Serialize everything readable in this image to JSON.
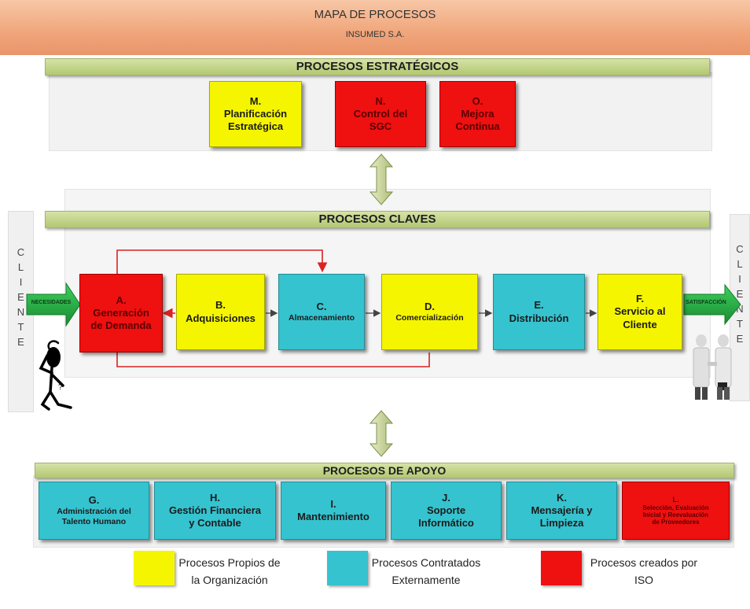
{
  "header": {
    "title": "MAPA DE PROCESOS",
    "company": "INSUMED S.A."
  },
  "strategic": {
    "title": "PROCESOS ESTRATÉGICOS",
    "boxes": [
      {
        "letter": "M.",
        "line1": "Planificación",
        "line2": "Estratégica",
        "color": "yellow"
      },
      {
        "letter": "N.",
        "line1": "Control del",
        "line2": "SGC",
        "color": "red"
      },
      {
        "letter": "O.",
        "line1": "Mejora",
        "line2": "Continua",
        "color": "red"
      }
    ]
  },
  "key": {
    "title": "PROCESOS CLAVES",
    "boxes": [
      {
        "letter": "A.",
        "line1": "Generación",
        "line2": "de Demanda",
        "color": "red"
      },
      {
        "letter": "B.",
        "line1": "Adquisiciones",
        "line2": "",
        "color": "yellow"
      },
      {
        "letter": "C.",
        "line1": "Almacenamiento",
        "line2": "",
        "color": "cyan"
      },
      {
        "letter": "D.",
        "line1": "Comercialización",
        "line2": "",
        "color": "yellow"
      },
      {
        "letter": "E.",
        "line1": "Distribución",
        "line2": "",
        "color": "cyan"
      },
      {
        "letter": "F.",
        "line1": "Servicio al",
        "line2": "Cliente",
        "color": "yellow"
      }
    ],
    "input_label": "NECESIDADES",
    "output_label": "SATISFACCIÓN"
  },
  "client": {
    "left": "CLIENTE",
    "right": "CLIENTE"
  },
  "support": {
    "title": "PROCESOS DE APOYO",
    "boxes": [
      {
        "letter": "G.",
        "line1": "Administración del",
        "line2": "Talento Humano",
        "color": "cyan"
      },
      {
        "letter": "H.",
        "line1": "Gestión Financiera",
        "line2": "y Contable",
        "color": "cyan"
      },
      {
        "letter": "I.",
        "line1": "Mantenimiento",
        "line2": "",
        "color": "cyan"
      },
      {
        "letter": "J.",
        "line1": "Soporte",
        "line2": "Informático",
        "color": "cyan"
      },
      {
        "letter": "K.",
        "line1": "Mensajería y",
        "line2": "Limpieza",
        "color": "cyan"
      },
      {
        "letter": "L.",
        "line1": "Selección, Evaluación",
        "line2": "Inicial y Reevaluación",
        "line3": "de Proveedores",
        "color": "red"
      }
    ]
  },
  "legend": [
    {
      "line1": "Procesos Propios de",
      "line2": "la Organización",
      "color": "#f5f500"
    },
    {
      "line1": "Procesos Contratados",
      "line2": "Externamente",
      "color": "#35c3cf"
    },
    {
      "line1": "Procesos creados por",
      "line2": "ISO",
      "color": "#ef1010"
    }
  ]
}
